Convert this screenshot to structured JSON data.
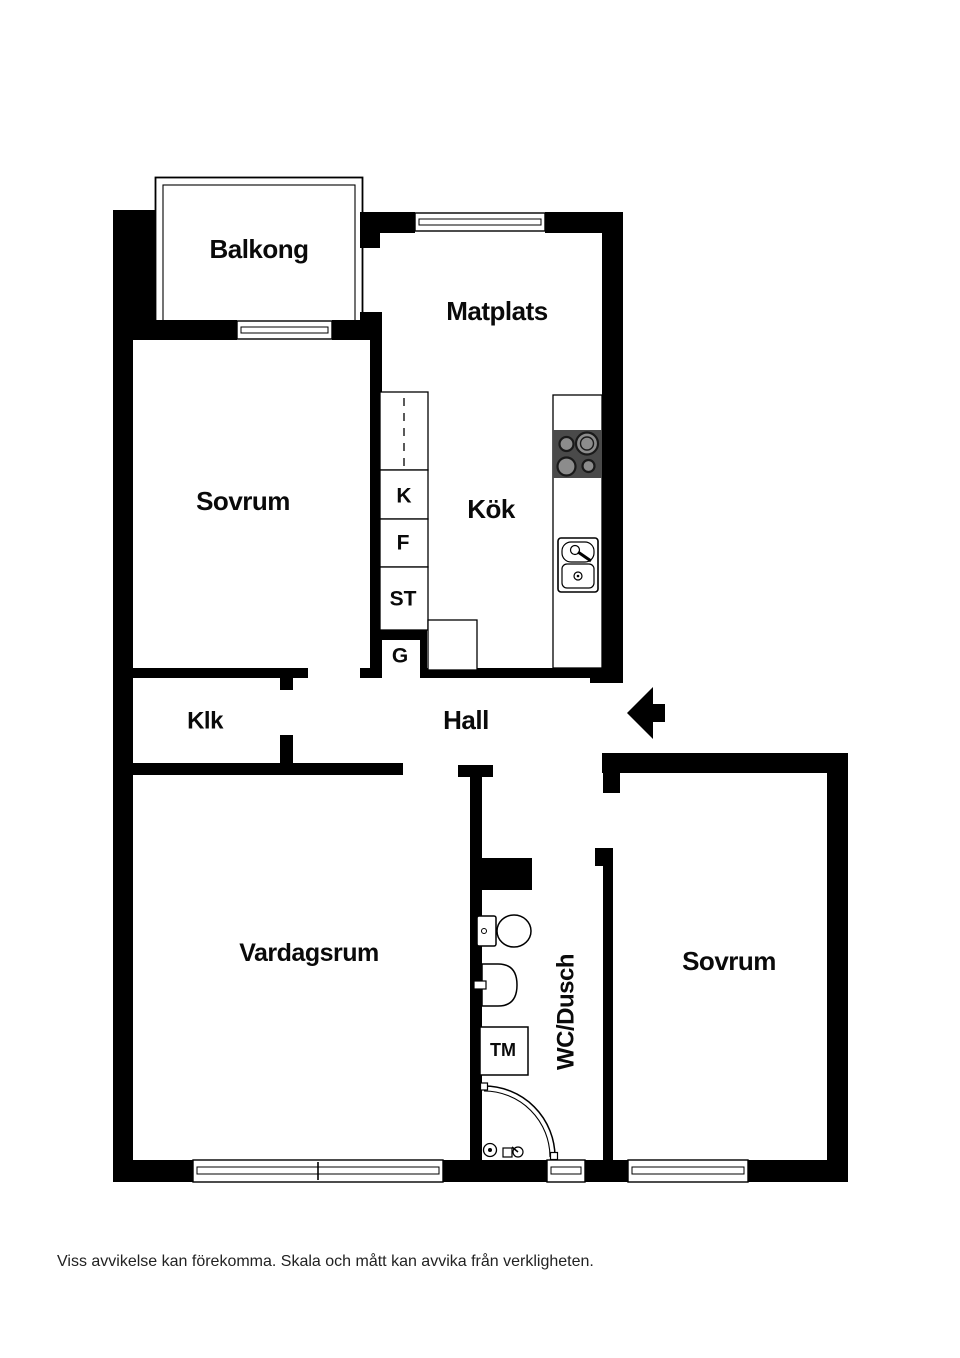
{
  "floorplan": {
    "rooms": {
      "balkong": "Balkong",
      "matplats": "Matplats",
      "sovrum_left": "Sovrum",
      "kok": "Kök",
      "klk": "Klk",
      "hall": "Hall",
      "vardagsrum": "Vardagsrum",
      "wc_dusch": "WC/Dusch",
      "sovrum_right": "Sovrum"
    },
    "cabinets": {
      "kyl": "K",
      "frys": "F",
      "stad": "ST",
      "garderob": "G",
      "tvattmaskin": "TM"
    },
    "colors": {
      "wall": "#000000",
      "background": "#ffffff",
      "stove_panel": "#4a4a4a",
      "burner": "#8c8c8c"
    }
  },
  "footer": {
    "disclaimer": "Viss avvikelse kan förekomma. Skala och mått kan avvika från verkligheten."
  }
}
